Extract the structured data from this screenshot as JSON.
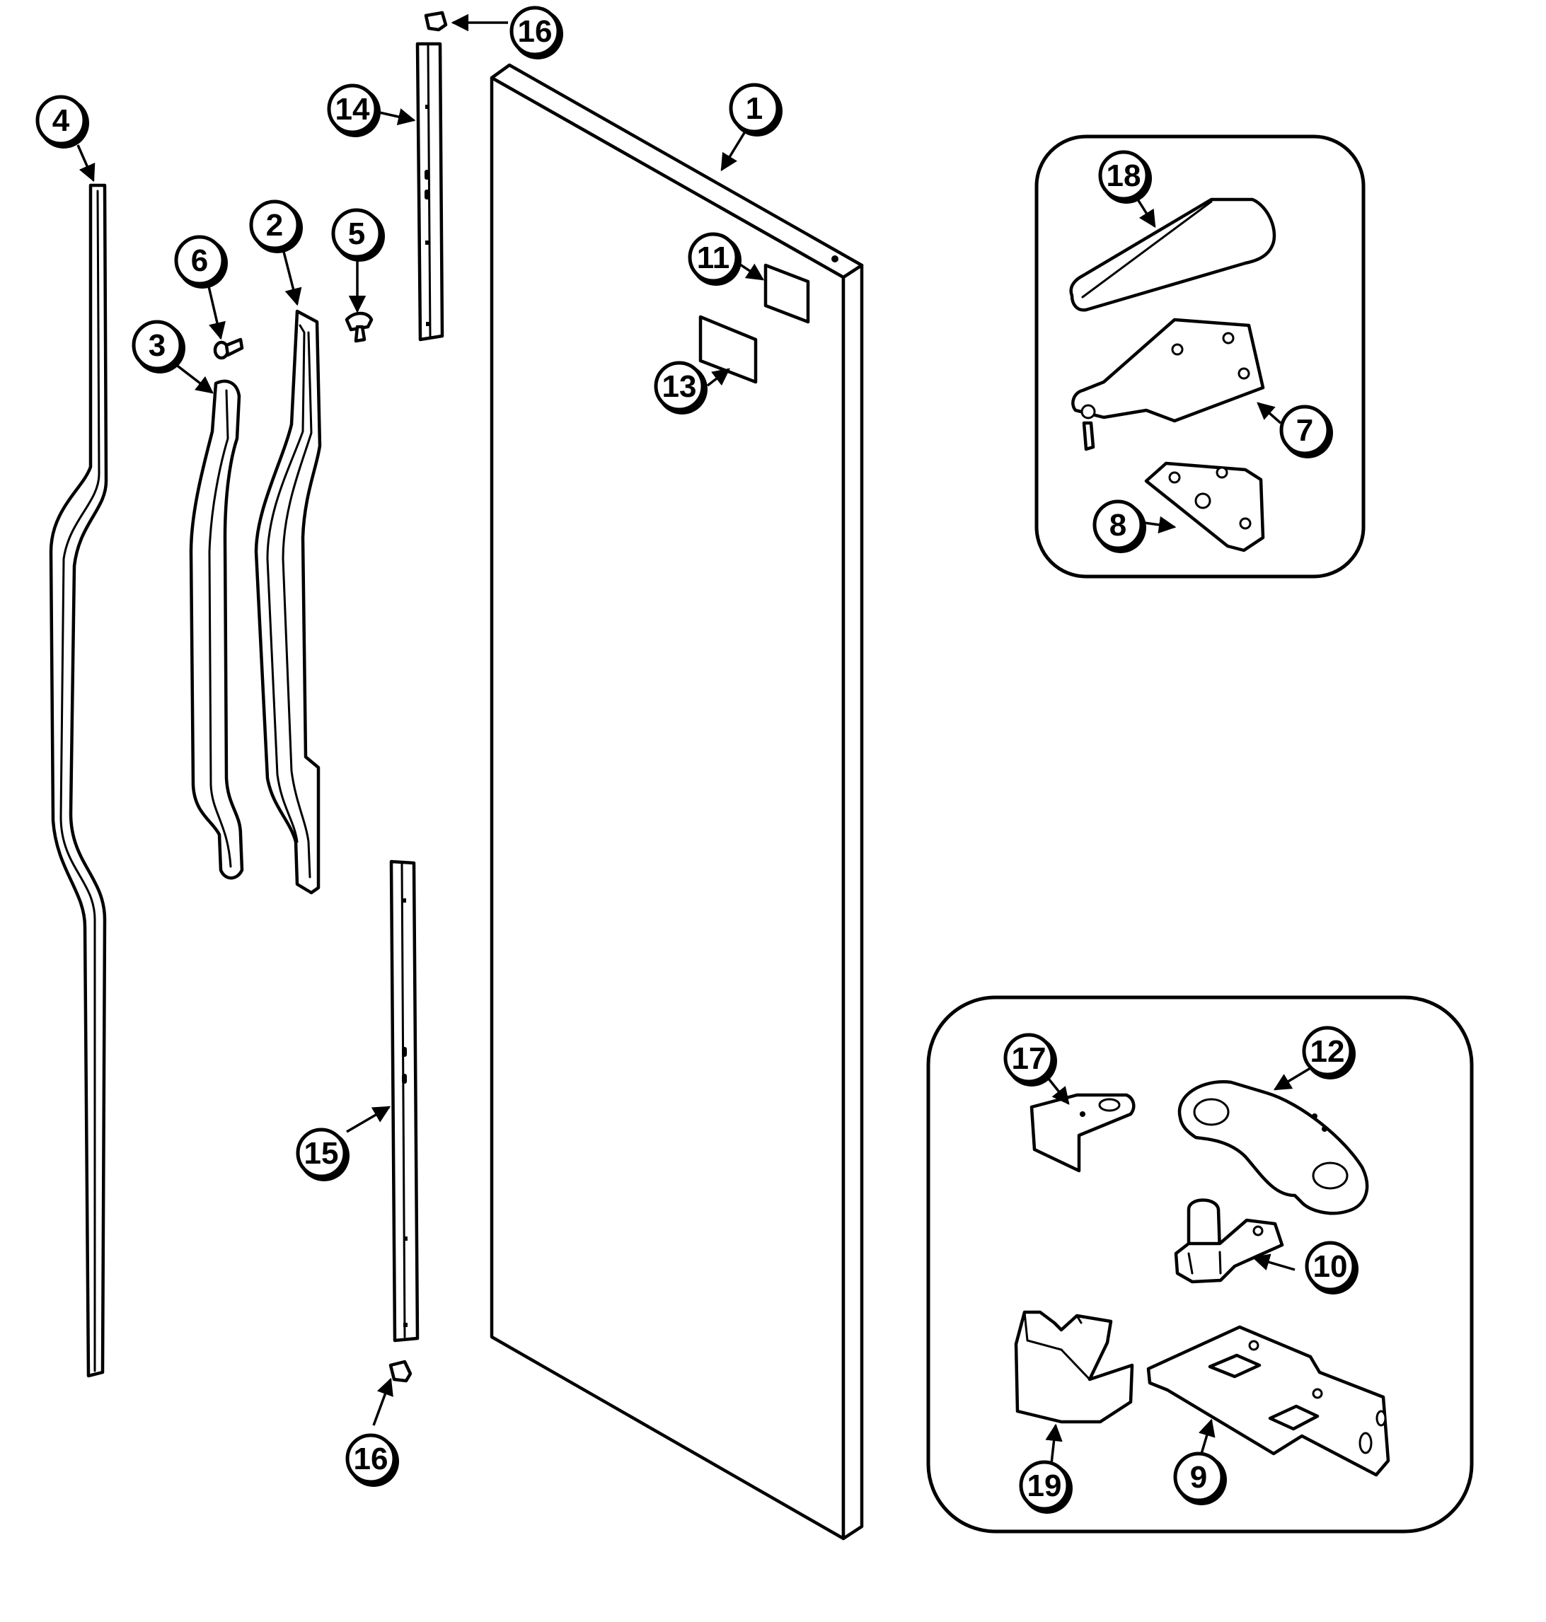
{
  "callouts": [
    {
      "id": "1",
      "label": "1"
    },
    {
      "id": "2",
      "label": "2"
    },
    {
      "id": "3",
      "label": "3"
    },
    {
      "id": "4",
      "label": "4"
    },
    {
      "id": "5",
      "label": "5"
    },
    {
      "id": "6",
      "label": "6"
    },
    {
      "id": "7",
      "label": "7"
    },
    {
      "id": "8",
      "label": "8"
    },
    {
      "id": "9",
      "label": "9"
    },
    {
      "id": "10",
      "label": "10"
    },
    {
      "id": "11",
      "label": "11"
    },
    {
      "id": "12",
      "label": "12"
    },
    {
      "id": "13",
      "label": "13"
    },
    {
      "id": "14",
      "label": "14"
    },
    {
      "id": "15",
      "label": "15"
    },
    {
      "id": "16a",
      "label": "16"
    },
    {
      "id": "16b",
      "label": "16"
    },
    {
      "id": "17",
      "label": "17"
    },
    {
      "id": "18",
      "label": "18"
    },
    {
      "id": "19",
      "label": "19"
    }
  ],
  "colors": {
    "line": "#000000",
    "background": "#ffffff"
  }
}
